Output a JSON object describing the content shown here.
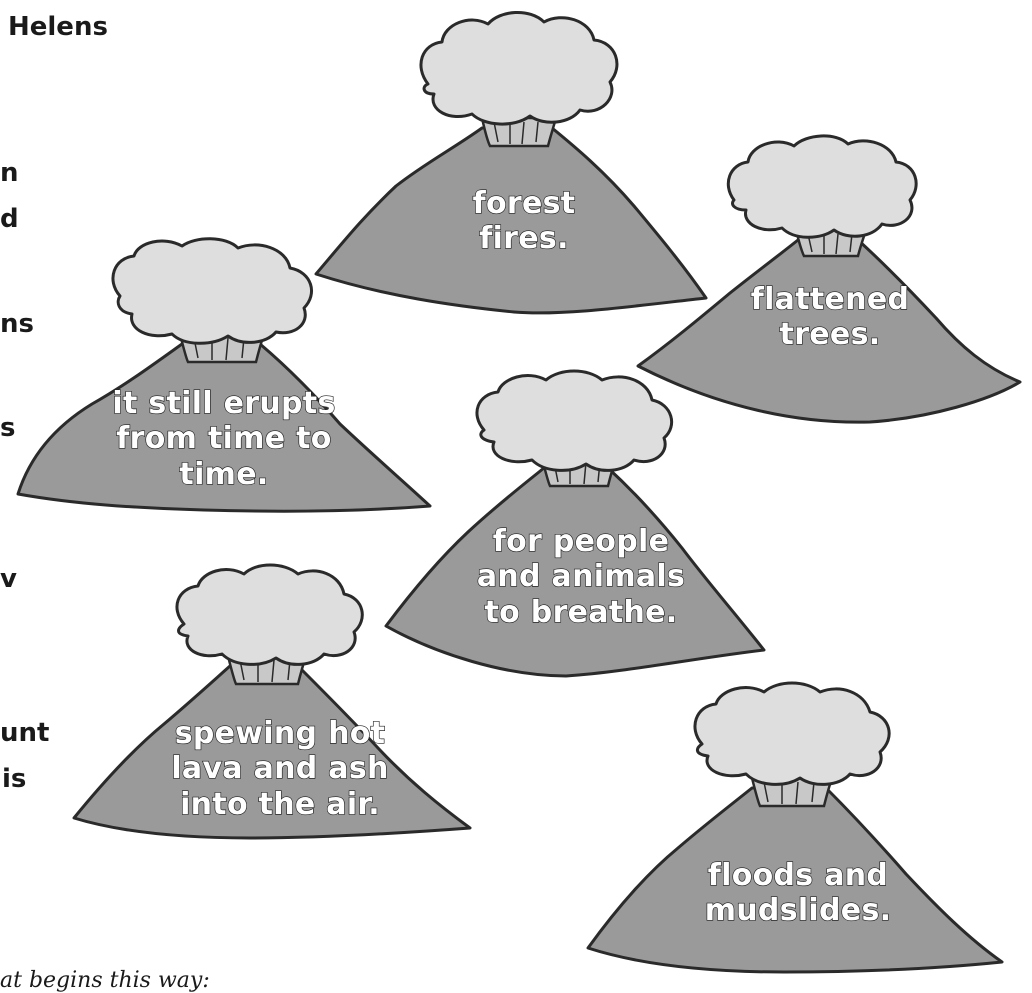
{
  "edge_fragments": [
    "Helens",
    "n",
    "d",
    "ns",
    "s",
    "v",
    "unt",
    "is"
  ],
  "bottom_fragment": "at begins this way:",
  "volcanoes": [
    {
      "id": "forest-fires",
      "lines": [
        "forest",
        "fires."
      ]
    },
    {
      "id": "flattened-trees",
      "lines": [
        "flattened",
        "trees."
      ]
    },
    {
      "id": "still-erupts",
      "lines": [
        "it still erupts",
        "from time to",
        "time."
      ]
    },
    {
      "id": "people-animals",
      "lines": [
        "for people",
        "and animals",
        "to breathe."
      ]
    },
    {
      "id": "spewing-lava",
      "lines": [
        "spewing hot",
        "lava and ash",
        "into the air."
      ]
    },
    {
      "id": "floods-mudslides",
      "lines": [
        "floods and",
        "mudslides."
      ]
    }
  ],
  "colors": {
    "volcano_fill": "#9a9a9a",
    "cloud_fill": "#dedede",
    "outline": "#2a2a2a",
    "crater_fill": "#c8c8c8"
  }
}
